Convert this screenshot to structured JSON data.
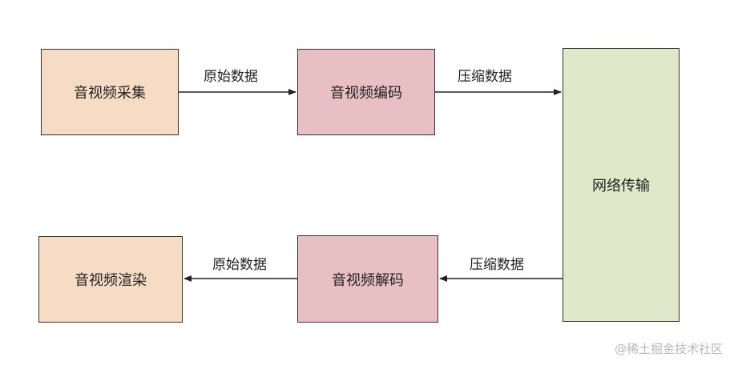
{
  "colors": {
    "source_sink_fill": "#f6dcc4",
    "codec_fill": "#e8bfc3",
    "network_fill": "#dfe8c9",
    "stroke": "#333333"
  },
  "nodes": {
    "capture": "音视频采集",
    "encode": "音视频编码",
    "network": "网络传输",
    "decode": "音视频解码",
    "render": "音视频渲染"
  },
  "edges": {
    "capture_to_encode": "原始数据",
    "encode_to_network": "压缩数据",
    "network_to_decode": "压缩数据",
    "decode_to_render": "原始数据"
  },
  "watermark": "@稀土掘金技术社区"
}
